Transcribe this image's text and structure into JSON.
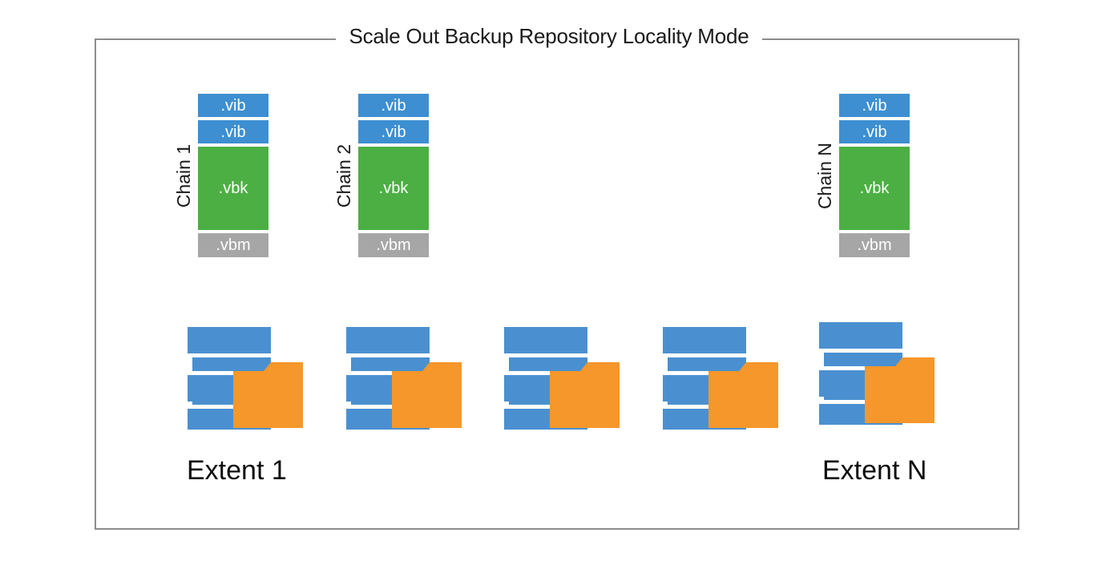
{
  "frame": {
    "title": "Scale Out Backup Repository Locality Mode",
    "border_color": "#8c8c8c"
  },
  "colors": {
    "vib_blue": "#3d8fd1",
    "vbk_green": "#4caf43",
    "vbm_gray": "#a6a6a6",
    "disk_blue": "#4a90d0",
    "folder_orange": "#f5972a",
    "text_black": "#1a1a1a"
  },
  "chains": [
    {
      "id": "chain-1",
      "label": "Chain 1",
      "files": [
        {
          "name": ".vib",
          "type": "vib"
        },
        {
          "name": ".vib",
          "type": "vib"
        },
        {
          "name": ".vbk",
          "type": "vbk"
        },
        {
          "name": ".vbm",
          "type": "vbm"
        }
      ]
    },
    {
      "id": "chain-2",
      "label": "Chain 2",
      "files": [
        {
          "name": ".vib",
          "type": "vib"
        },
        {
          "name": ".vib",
          "type": "vib"
        },
        {
          "name": ".vbk",
          "type": "vbk"
        },
        {
          "name": ".vbm",
          "type": "vbm"
        }
      ]
    },
    {
      "id": "chain-n",
      "label": "Chain N",
      "files": [
        {
          "name": ".vib",
          "type": "vib"
        },
        {
          "name": ".vib",
          "type": "vib"
        },
        {
          "name": ".vbk",
          "type": "vbk"
        },
        {
          "name": ".vbm",
          "type": "vbm"
        }
      ]
    }
  ],
  "extents": {
    "icon_name": "repository-extent-icon",
    "icon_count": 5,
    "labels": [
      {
        "id": "extent-1",
        "text": "Extent 1"
      },
      {
        "id": "extent-n",
        "text": "Extent N"
      }
    ]
  }
}
